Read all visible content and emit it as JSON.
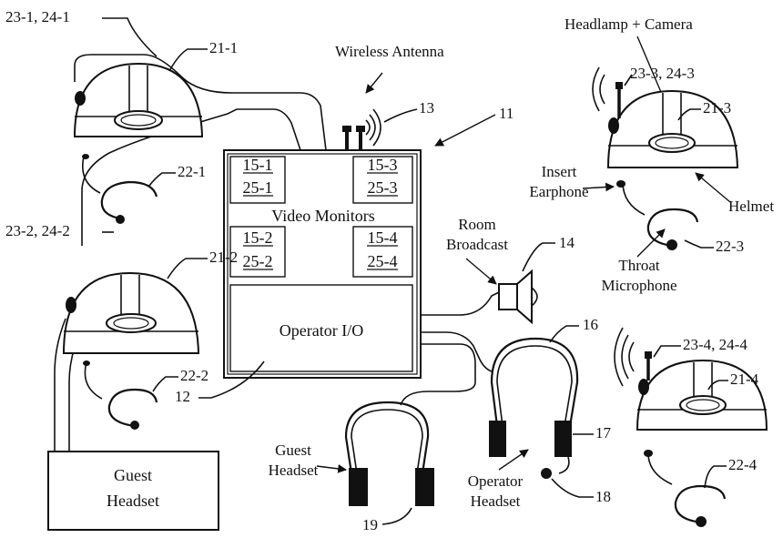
{
  "labels": {
    "cable1": "23-1, 24-1",
    "helmet1": "21-1",
    "mic1": "22-1",
    "cable2": "23-2, 24-2",
    "helmet2": "21-2",
    "mic2": "22-2",
    "guest_box": [
      "Guest",
      "Headset"
    ],
    "antenna": "Wireless Antenna",
    "n13": "13",
    "n11": "11",
    "m15_1": "15-1",
    "m25_1": "25-1",
    "m15_3": "15-3",
    "m25_3": "25-3",
    "video_monitors": "Video Monitors",
    "m15_2": "15-2",
    "m25_2": "25-2",
    "m15_4": "15-4",
    "m25_4": "25-4",
    "operator_io": "Operator I/O",
    "n12": "12",
    "room_broadcast": [
      "Room",
      "Broadcast"
    ],
    "n14": "14",
    "n16": "16",
    "n17": "17",
    "n18": "18",
    "operator_headset": [
      "Operator",
      "Headset"
    ],
    "guest_headset": [
      "Guest",
      "Headset"
    ],
    "n19": "19",
    "headlamp": "Headlamp + Camera",
    "cable3": "23-3, 24-3",
    "helmet3": "21-3",
    "insert_earphone": [
      "Insert",
      "Earphone"
    ],
    "helmet_word": "Helmet",
    "mic3": "22-3",
    "throat_mic": [
      "Throat",
      "Microphone"
    ],
    "cable4": "23-4, 24-4",
    "helmet4": "21-4",
    "mic4": "22-4"
  }
}
